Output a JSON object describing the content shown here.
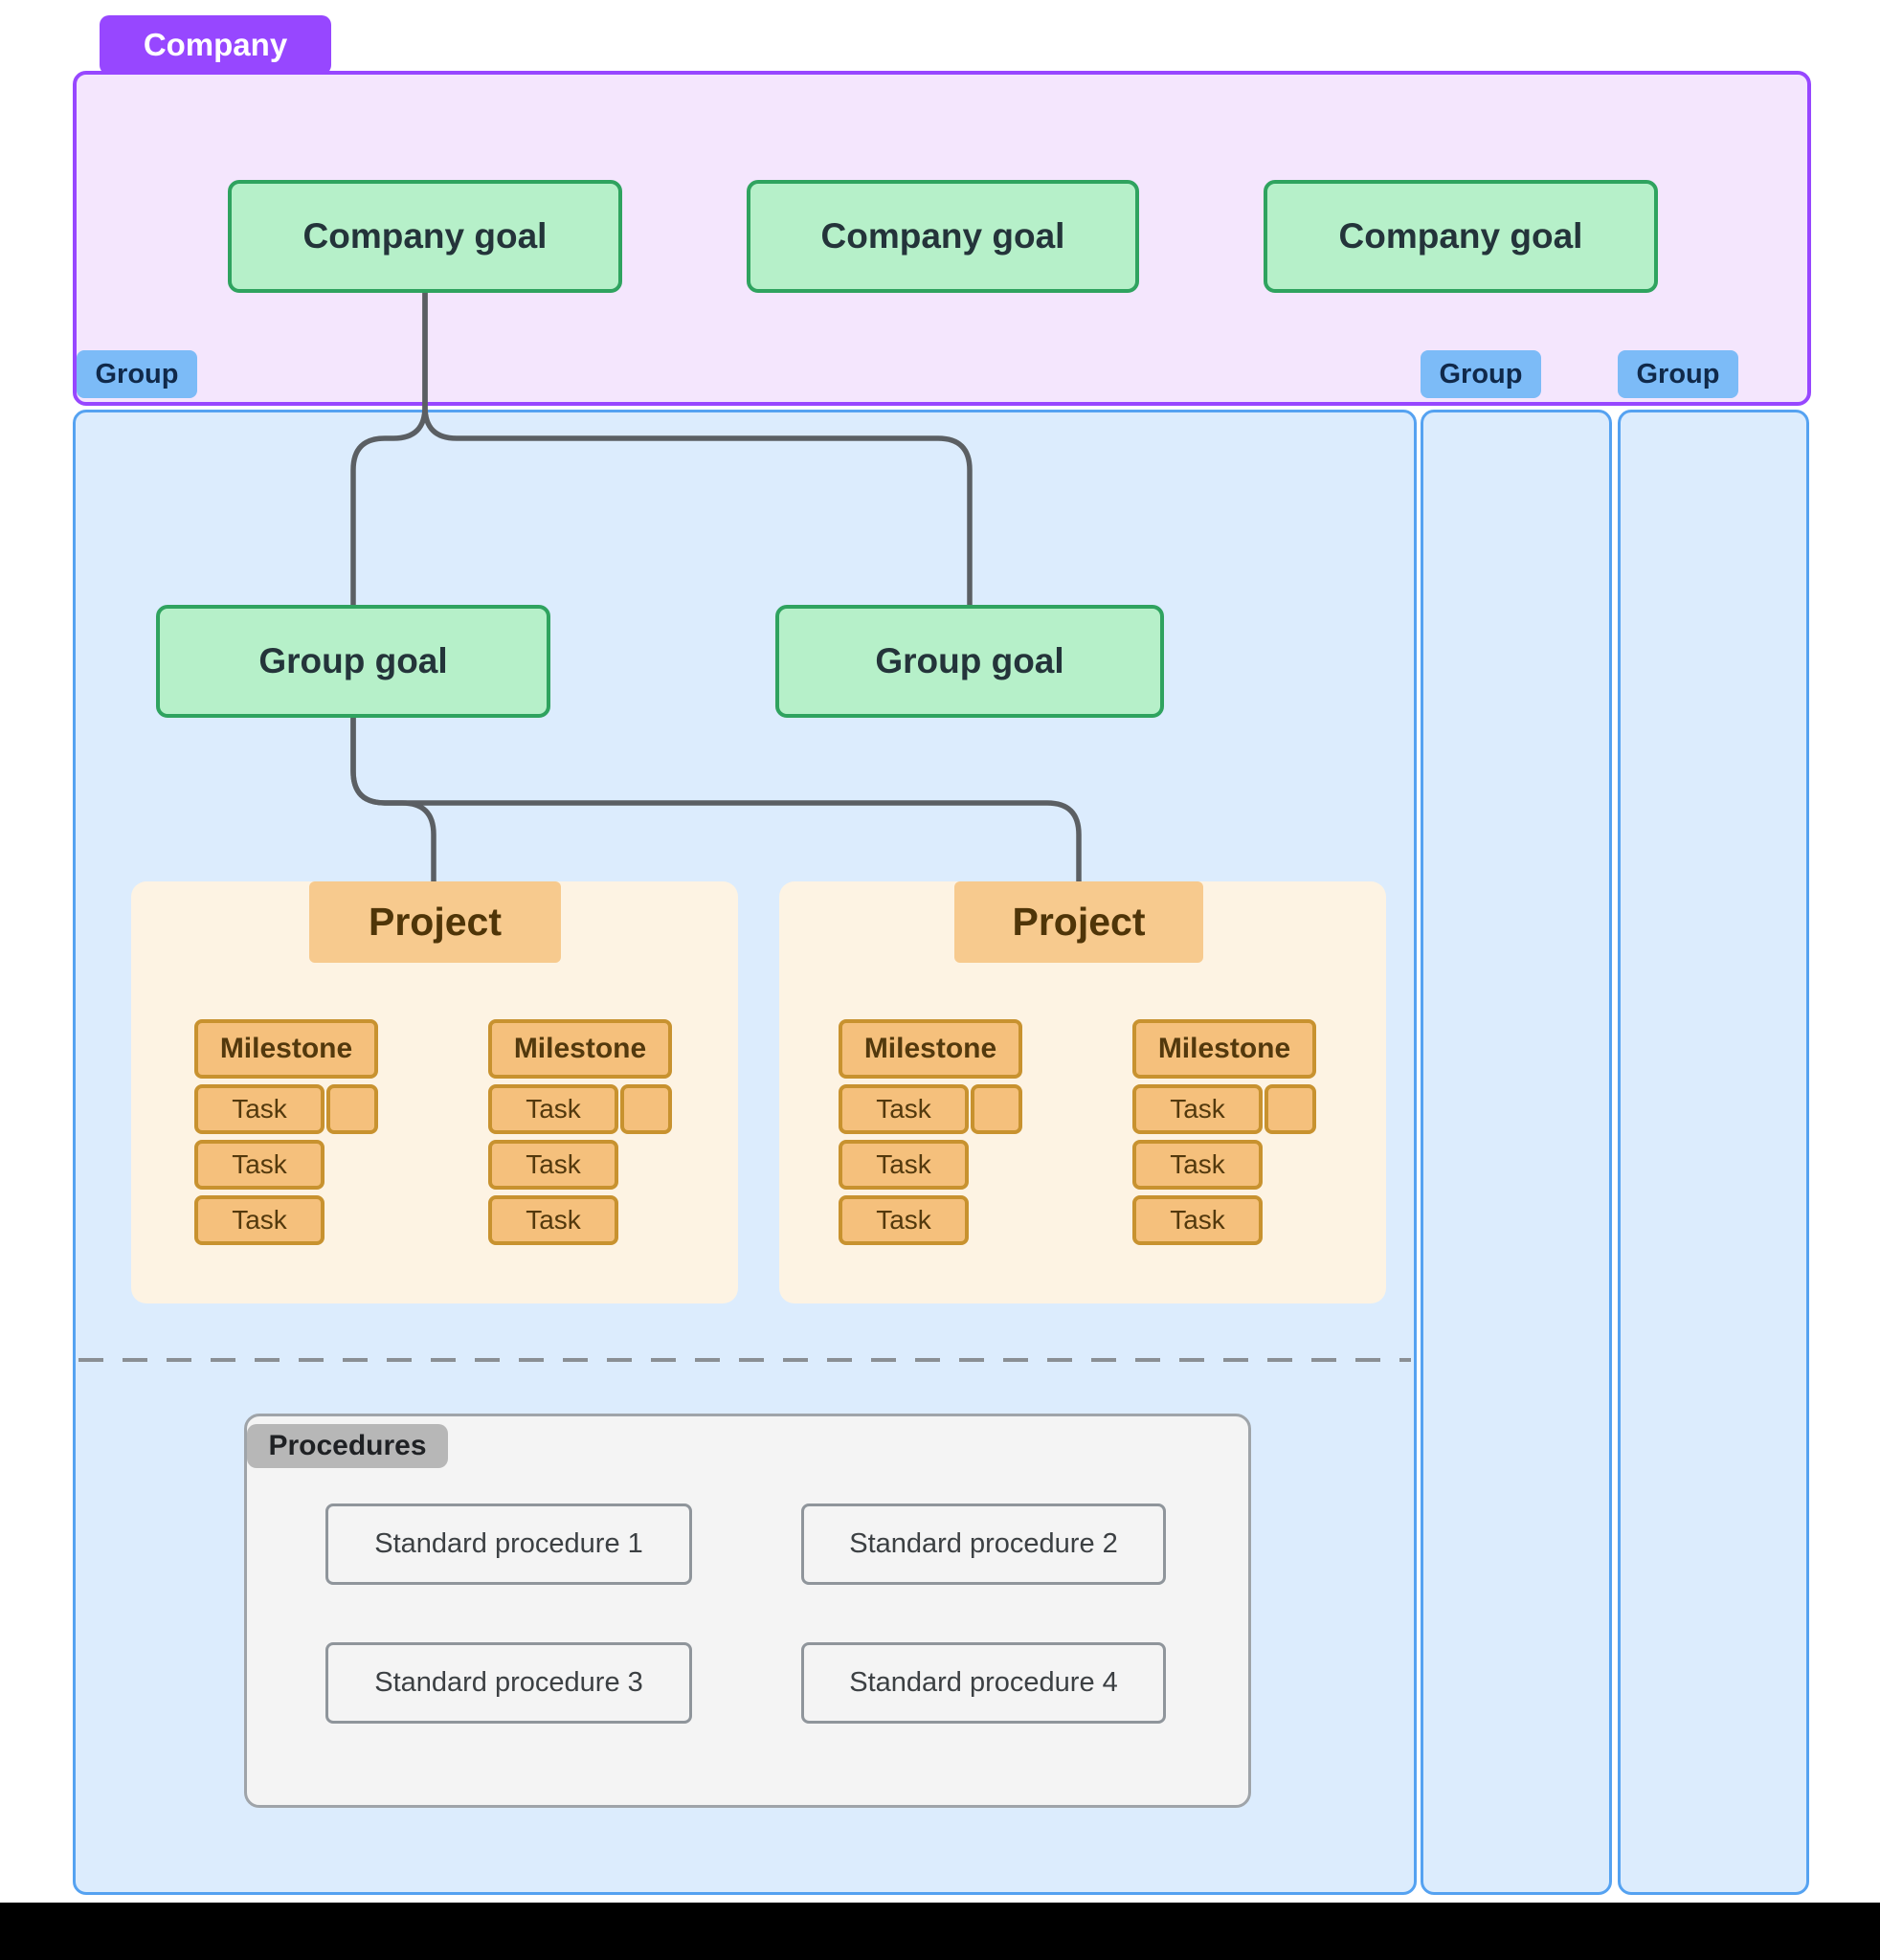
{
  "colors": {
    "purple_accent": "#9747ff",
    "purple_fill": "#f4e6fd",
    "green_fill": "#b6f0c9",
    "green_border": "#2fa35f",
    "blue_fill": "#dcecfd",
    "blue_border": "#55a2f1",
    "blue_tag": "#7cbbf7",
    "project_fill": "#fdf3e3",
    "orange_box": "#f5c07c",
    "orange_border": "#c8922f",
    "project_header": "#f7ca8e",
    "procedures_fill": "#f4f4f4",
    "connector": "#5b5f63"
  },
  "company": {
    "tag": "Company",
    "goals": [
      "Company goal",
      "Company goal",
      "Company goal"
    ]
  },
  "group": {
    "tags": [
      "Group",
      "Group",
      "Group"
    ],
    "goals": [
      "Group goal",
      "Group goal"
    ]
  },
  "projects": [
    {
      "label": "Project",
      "milestones": [
        {
          "label": "Milestone",
          "tasks": [
            "Task",
            "Task",
            "Task"
          ]
        },
        {
          "label": "Milestone",
          "tasks": [
            "Task",
            "Task",
            "Task"
          ]
        }
      ]
    },
    {
      "label": "Project",
      "milestones": [
        {
          "label": "Milestone",
          "tasks": [
            "Task",
            "Task",
            "Task"
          ]
        },
        {
          "label": "Milestone",
          "tasks": [
            "Task",
            "Task",
            "Task"
          ]
        }
      ]
    }
  ],
  "procedures": {
    "tag": "Procedures",
    "items": [
      "Standard procedure 1",
      "Standard procedure 2",
      "Standard procedure 3",
      "Standard procedure 4"
    ]
  }
}
